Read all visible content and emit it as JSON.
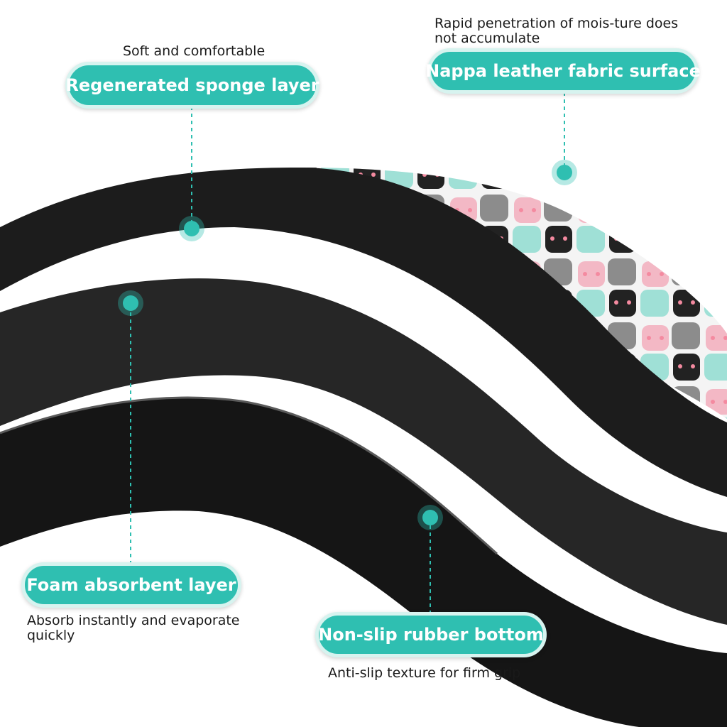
{
  "callouts": {
    "sponge": {
      "caption": "Soft and comfortable",
      "label": "Regenerated sponge layer"
    },
    "nappa": {
      "caption_line1": "Rapid penetration of mois-ture does",
      "caption_line2": "not accumulate",
      "label": "Nappa leather fabric surface"
    },
    "foam": {
      "label": "Foam absorbent layer",
      "caption_line1": "Absorb instantly and evaporate",
      "caption_line2": "quickly"
    },
    "rubber": {
      "label": "Non-slip rubber bottom",
      "caption": "Anti-slip texture for firm grip"
    }
  },
  "colors": {
    "accent": "#2fbfb1",
    "accent_border": "#d7f3ef",
    "layer": "#1c1c1c"
  }
}
